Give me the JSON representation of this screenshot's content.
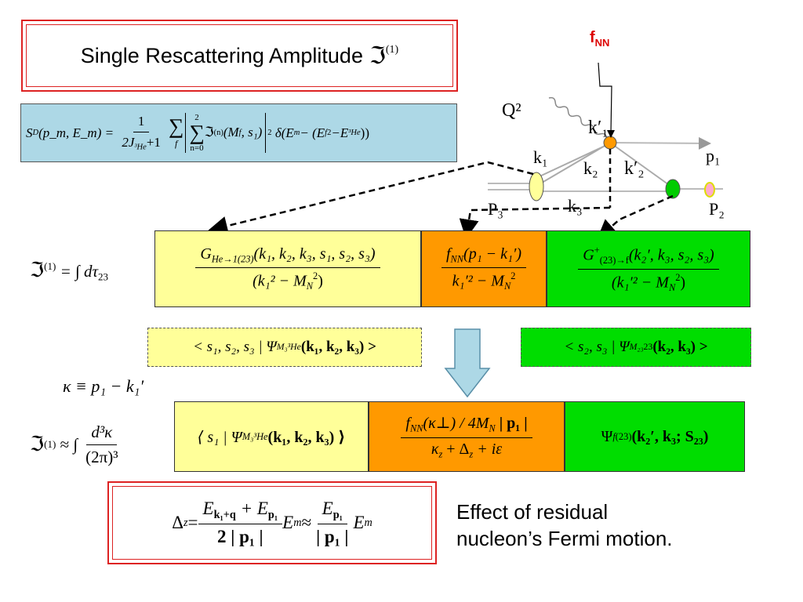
{
  "title": {
    "text": "Single Rescattering Amplitude",
    "symbol": "ℑ",
    "symbol_sup": "(1)"
  },
  "diagram": {
    "label_fnn": "f",
    "label_fnn_sub": "NN",
    "label_q2": "Q²",
    "label_k1p": "k′₁",
    "label_k1": "k₁",
    "label_k2": "k₂",
    "label_k2p": "k′₂",
    "label_k3": "k₃",
    "label_p1": "p₁",
    "label_p2": "P₂",
    "label_p3": "P₃",
    "colors": {
      "vertex_he": "#ffff99",
      "vertex_fnn": "#ff9900",
      "vertex_23": "#00cc00",
      "final_p2": "#ffaacc"
    }
  },
  "cross_section": {
    "lhs": "S",
    "lhs_sub": "D",
    "lhs_args": "(p_m, E_m) =",
    "prefactor_num": "1",
    "prefactor_den": "2J",
    "prefactor_den_sub": "³He",
    "prefactor_den_tail": "+1",
    "sum_outer_index": "f",
    "sum_inner_top": "2",
    "sum_inner_bottom": "n=0",
    "amp": "ℑ",
    "amp_sup": "(n)",
    "amp_args": "(M",
    "amp_args_sub": "f",
    "amp_args_tail": ", s₁)",
    "abs_power": "2",
    "delta": "δ(E",
    "delta_sub_m": "m",
    "delta_mid": " − (E",
    "delta_sup_f": "f",
    "delta_sub_2": "2",
    "delta_tail": "−E",
    "delta_sub_he": "³He",
    "delta_close": "))"
  },
  "amplitude": {
    "lhs": "ℑ",
    "lhs_sup": "(1)",
    "eq_integral": "= ∫ dτ",
    "eq_integral_sub": "23",
    "g1_num": "G",
    "g1_num_sub": "He→1(23)",
    "g1_num_args": "(k₁, k₂, k₃, s₁, s₂, s₃)",
    "g1_den": "(k₁² − M",
    "g1_den_sub": "N",
    "g1_den_sup": "2",
    "g1_den_close": ")",
    "fnn_num": "f",
    "fnn_num_sub": "NN",
    "fnn_num_args": "(p₁ − k₁′)",
    "fnn_den": "k₁′² − M",
    "fnn_den_sub": "N",
    "fnn_den_sup": "2",
    "g2_num": "G",
    "g2_num_sup": "+",
    "g2_num_sub": "(23)→f",
    "g2_num_args": "(k₂′, k₃, s₂, s₃)",
    "g2_den": "(k₁′² − M",
    "g2_den_sub": "N",
    "g2_den_sup": "2",
    "g2_den_close": ")"
  },
  "wavefunctions": {
    "wf1_left": "< s₁, s₂, s₃ | Ψ",
    "wf1_sup": "M₃",
    "wf1_sub": "³He",
    "wf1_args": "(k₁, k₂, k₃) >",
    "wf2_left": "< s₂, s₃ | Ψ",
    "wf2_sup": "M₂₃",
    "wf2_sub": "23",
    "wf2_args": "(k₂, k₃) >"
  },
  "kappa": {
    "definition": "κ ≡ p₁ − k₁′"
  },
  "amplitude_approx": {
    "lhs": "ℑ",
    "lhs_sup": "(1)",
    "approx": "≈ ∫",
    "measure_num": "d³κ",
    "measure_den": "(2π)³",
    "wf_text": "⟨ s₁ | Ψ",
    "wf_sup": "M₃",
    "wf_sub": "³He",
    "wf_args": "(k₁, k₂, k₃) ⟩",
    "fnn_num": "f",
    "fnn_num_sub": "NN",
    "fnn_num_args": "(κ⊥) / 4M",
    "fnn_num_sub2": "N",
    "fnn_num_tail": " | p₁ |",
    "fnn_den": "κ",
    "fnn_den_sub": "z",
    "fnn_den_mid": " + Δ",
    "fnn_den_sub2": "z",
    "fnn_den_tail": " + iε",
    "psi": "Ψ",
    "psi_sup": "f",
    "psi_sub": "(23)",
    "psi_args": "(k₂′, k₃; S₂₃)"
  },
  "delta_box": {
    "lhs": "Δ",
    "lhs_sub": "z",
    "eq": " = ",
    "frac1_num": "E",
    "frac1_num_sub": "k₁+q",
    "frac1_num_mid": " + E",
    "frac1_num_sub2": "p₁",
    "frac1_den": "2 | p₁ |",
    "em": "E",
    "em_sub": "m",
    "approx": " ≈ ",
    "frac2_num": "E",
    "frac2_num_sub": "p₁",
    "frac2_den": "| p₁ |",
    "em2": "E",
    "em2_sub": "m"
  },
  "caption": {
    "line1": "Effect of residual",
    "line2": "nucleon’s Fermi motion."
  }
}
